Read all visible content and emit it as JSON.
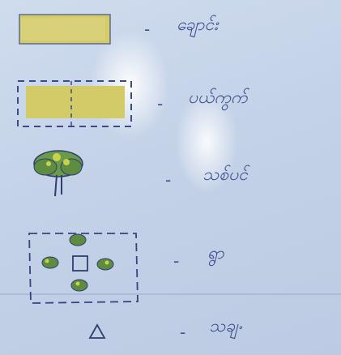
{
  "legend": {
    "items": [
      {
        "symbol": "solid-yellow-rectangle-icon",
        "label": "ချောင်း"
      },
      {
        "symbol": "dashed-yellow-rectangle-icon",
        "label": "ပယ်ကွက်"
      },
      {
        "symbol": "green-tree-icon",
        "label": "သစ်ပင်"
      },
      {
        "symbol": "village-block-icon",
        "label": "ရွာ"
      },
      {
        "symbol": "triangle-icon",
        "label": "သချႋ"
      }
    ],
    "separator": "-"
  },
  "colors": {
    "paper": "#c9d6ea",
    "ink": "#3b4c8c",
    "yellow": "#d4cc6a",
    "green": "#5f8f45"
  }
}
